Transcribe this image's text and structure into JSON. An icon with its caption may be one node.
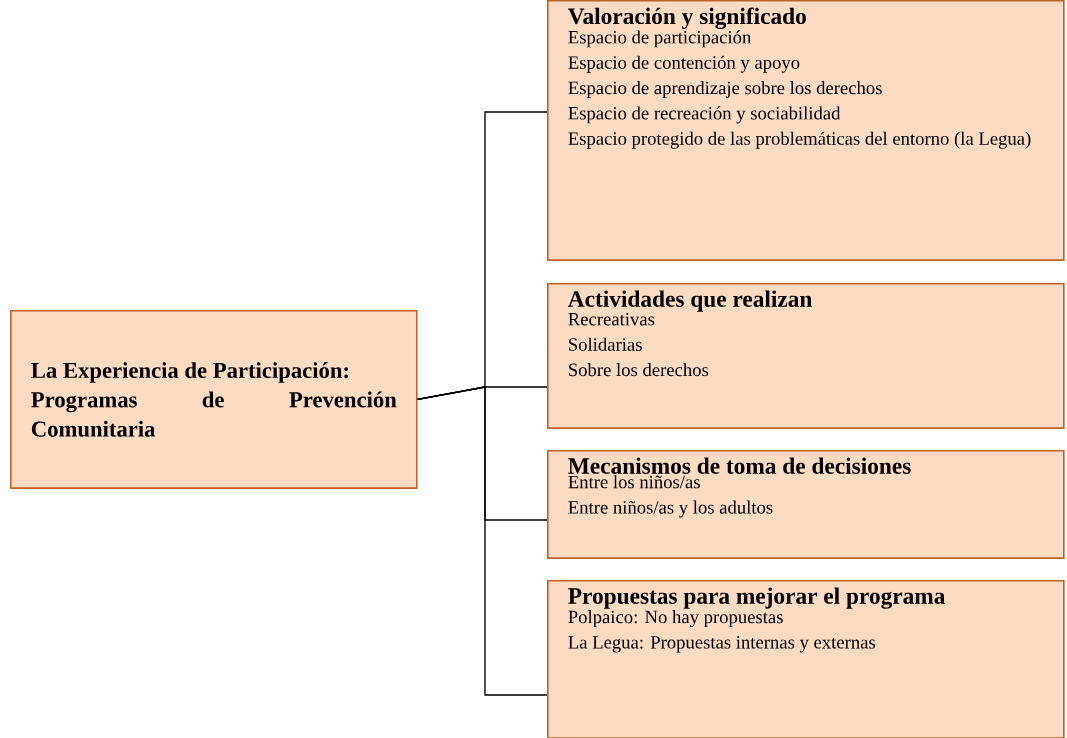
{
  "diagram": {
    "nodes": [
      {
        "text": [
          "La Experiencia de Participación:",
          "Programas de Prevención Comunitaria"
        ]
      },
      {
        "text": [
          "Valoración y significado",
          "Espacio de participación",
          "Espacio de contención y apoyo",
          "Espacio de aprendizaje sobre los derechos",
          "Espacio de recreación y sociabilidad",
          "Espacio protegido de las problemáticas del entorno (la Legua)"
        ]
      },
      {
        "text": [
          "Actividades que realizan",
          "Recreativas",
          "Solidarias",
          "Sobre los derechos"
        ]
      },
      {
        "text": [
          "Mecanismos de toma de decisiones",
          "Entre los niños/as",
          "Entre niños/as y los adultos"
        ]
      },
      {
        "text": [
          "Propuestas para mejorar el programa",
          "Polpaico: No hay propuestas",
          "La Legua: Propuestas internas y externas"
        ]
      }
    ],
    "edges": [
      {
        "from": 0,
        "to": 1,
        "arrow": "none"
      },
      {
        "from": 0,
        "to": 2,
        "arrow": "none"
      },
      {
        "from": 0,
        "to": 3,
        "arrow": "none"
      },
      {
        "from": 0,
        "to": 4,
        "arrow": "none"
      }
    ]
  }
}
